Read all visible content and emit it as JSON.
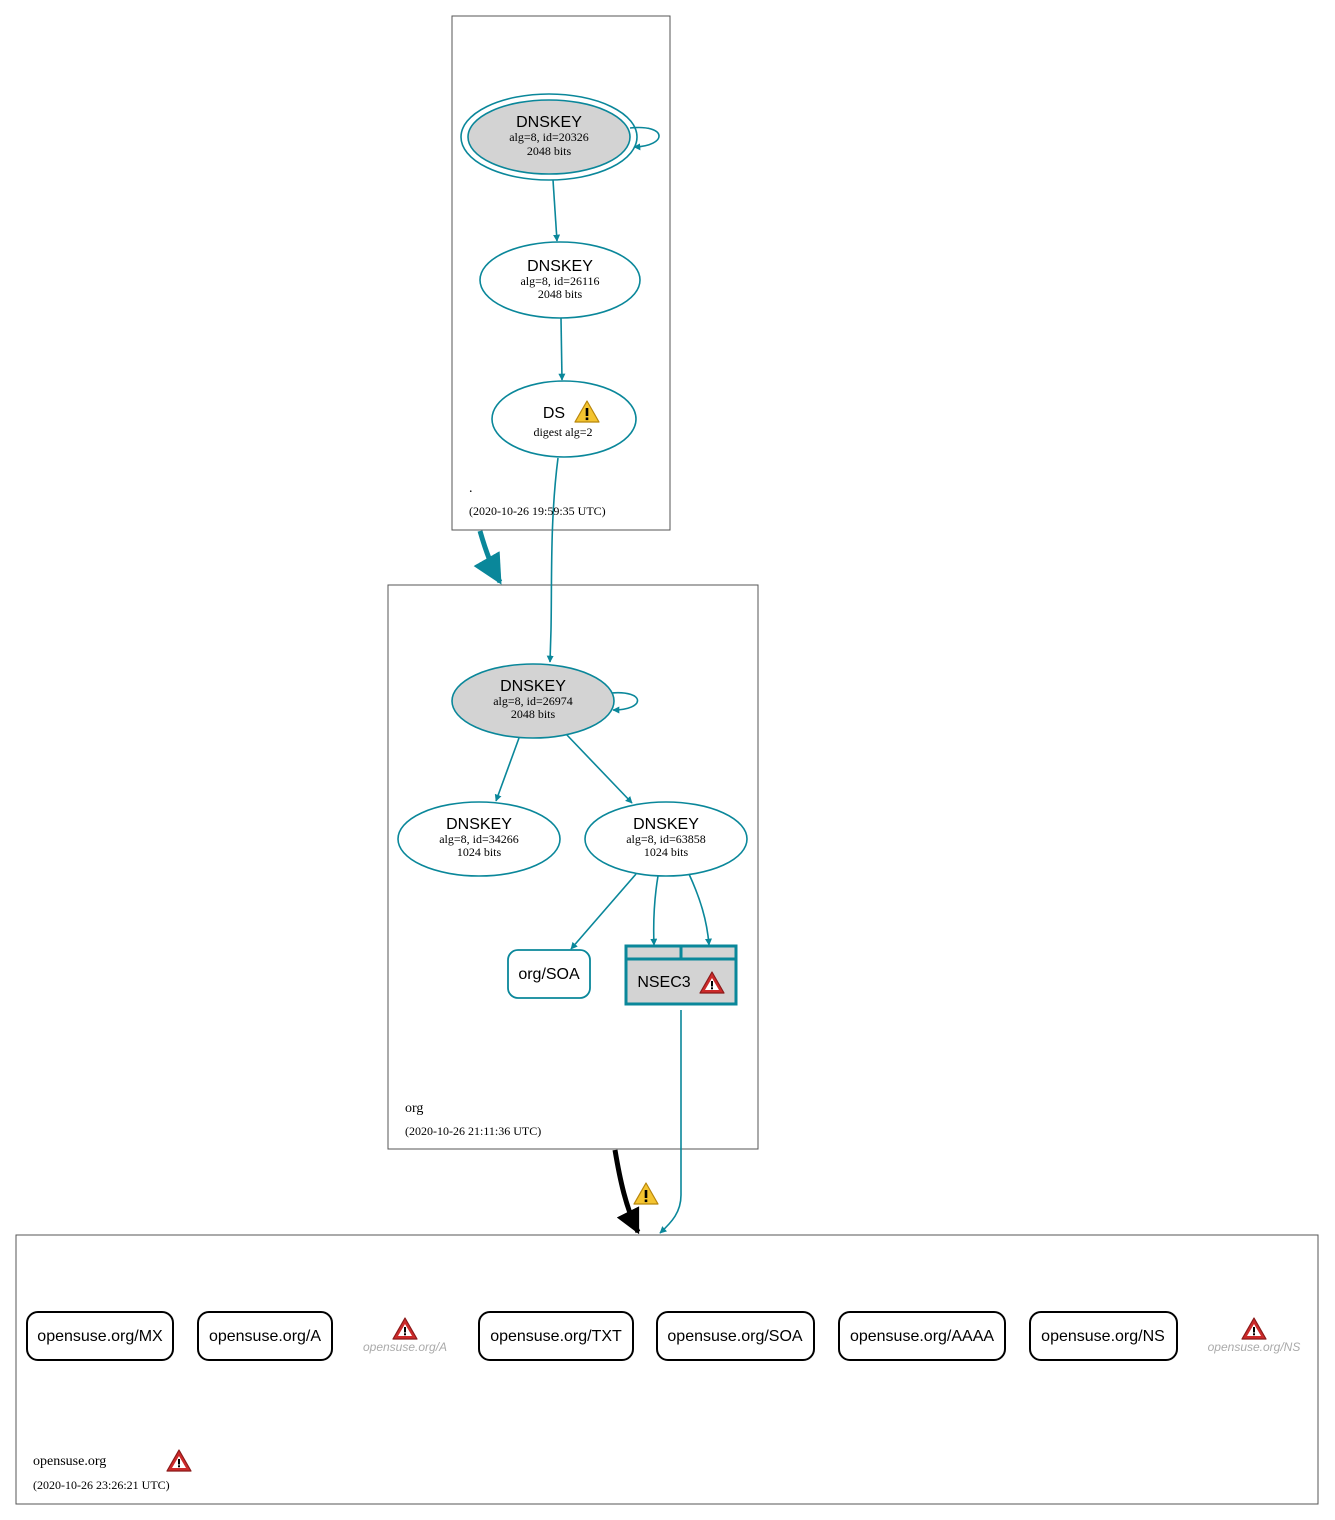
{
  "colors": {
    "teal": "#0a879a",
    "black": "#000000",
    "ksk_fill": "#d3d3d3",
    "box_border": "#555555",
    "warn_yellow": "#f4c430",
    "warn_red": "#cc2a2a",
    "ghost_text": "#aaaaaa"
  },
  "zones": {
    "root": {
      "name": ".",
      "timestamp": "(2020-10-26 19:59:35 UTC)",
      "ksk": {
        "type": "DNSKEY",
        "detail": "alg=8, id=20326",
        "bits": "2048 bits"
      },
      "zsk": {
        "type": "DNSKEY",
        "detail": "alg=8, id=26116",
        "bits": "2048 bits"
      },
      "ds": {
        "type": "DS",
        "detail": "digest alg=2",
        "warning_icon": "warning-icon"
      }
    },
    "org": {
      "name": "org",
      "timestamp": "(2020-10-26 21:11:36 UTC)",
      "ksk": {
        "type": "DNSKEY",
        "detail": "alg=8, id=26974",
        "bits": "2048 bits"
      },
      "zsk1": {
        "type": "DNSKEY",
        "detail": "alg=8, id=34266",
        "bits": "1024 bits"
      },
      "zsk2": {
        "type": "DNSKEY",
        "detail": "alg=8, id=63858",
        "bits": "1024 bits"
      },
      "soa": "org/SOA",
      "nsec3": {
        "label": "NSEC3",
        "error_icon": "error-icon"
      }
    },
    "opensuse": {
      "name": "opensuse.org",
      "timestamp": "(2020-10-26 23:26:21 UTC)",
      "records": [
        "opensuse.org/MX",
        "opensuse.org/A",
        "opensuse.org/TXT",
        "opensuse.org/SOA",
        "opensuse.org/AAAA",
        "opensuse.org/NS"
      ],
      "ghost_records": [
        "opensuse.org/A",
        "opensuse.org/NS"
      ]
    }
  }
}
